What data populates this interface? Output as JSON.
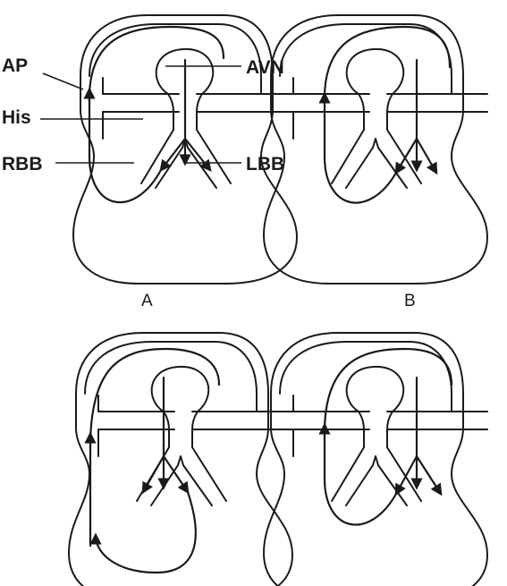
{
  "labels": {
    "ap": "AP",
    "his": "His",
    "rbb": "RBB",
    "avn": "AVN",
    "lbb": "LBB"
  },
  "panels": [
    {
      "caption": "A"
    },
    {
      "caption": "B"
    },
    {
      "caption": ""
    },
    {
      "caption": ""
    }
  ],
  "colors": {
    "line": "#1a1a1a",
    "background": "#ffffff"
  }
}
